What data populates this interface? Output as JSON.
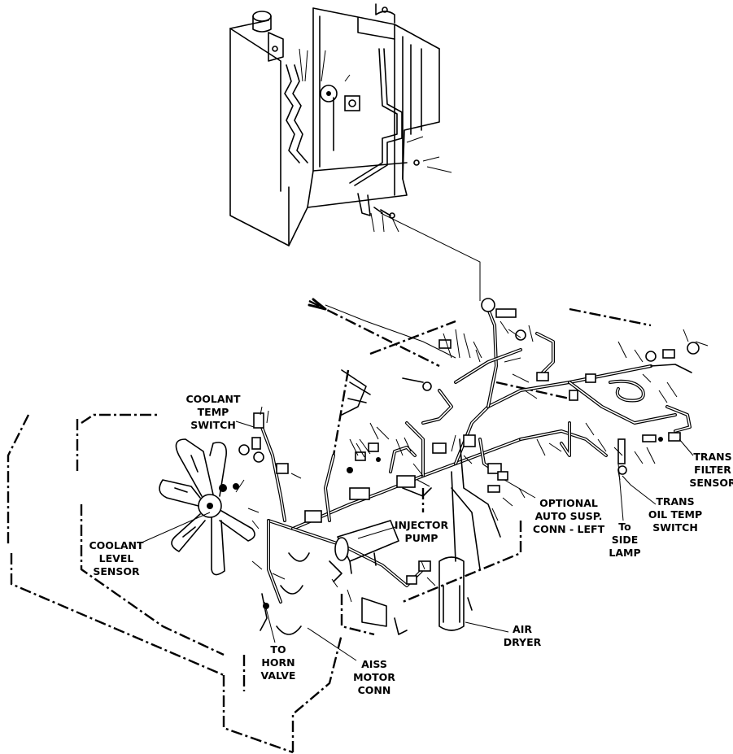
{
  "labels": {
    "coolant_temp_switch": [
      "COOLANT",
      "TEMP",
      "SWITCH"
    ],
    "coolant_level_sensor": [
      "COOLANT",
      "LEVEL",
      "SENSOR"
    ],
    "injector_pump": [
      "INJECTOR",
      "PUMP"
    ],
    "optional_auto_susp": [
      "OPTIONAL",
      "AUTO SUSP.",
      "CONN - LEFT"
    ],
    "to_side_lamp": [
      "To",
      "SIDE",
      "LAMP"
    ],
    "trans_oil_temp_switch": [
      "TRANS",
      "OIL TEMP",
      "SWITCH"
    ],
    "trans_filter_sensor": [
      "TRANS",
      "FILTER",
      "SENSOR"
    ],
    "air_dryer": [
      "AIR",
      "DRYER"
    ],
    "aiss_motor_conn": [
      "AISS",
      "MOTOR",
      "CONN"
    ],
    "to_horn_valve": [
      "TO",
      "HORN",
      "VALVE"
    ]
  },
  "icons": [
    "fan-icon",
    "reservoir-tank-icon",
    "air-dryer-icon"
  ]
}
